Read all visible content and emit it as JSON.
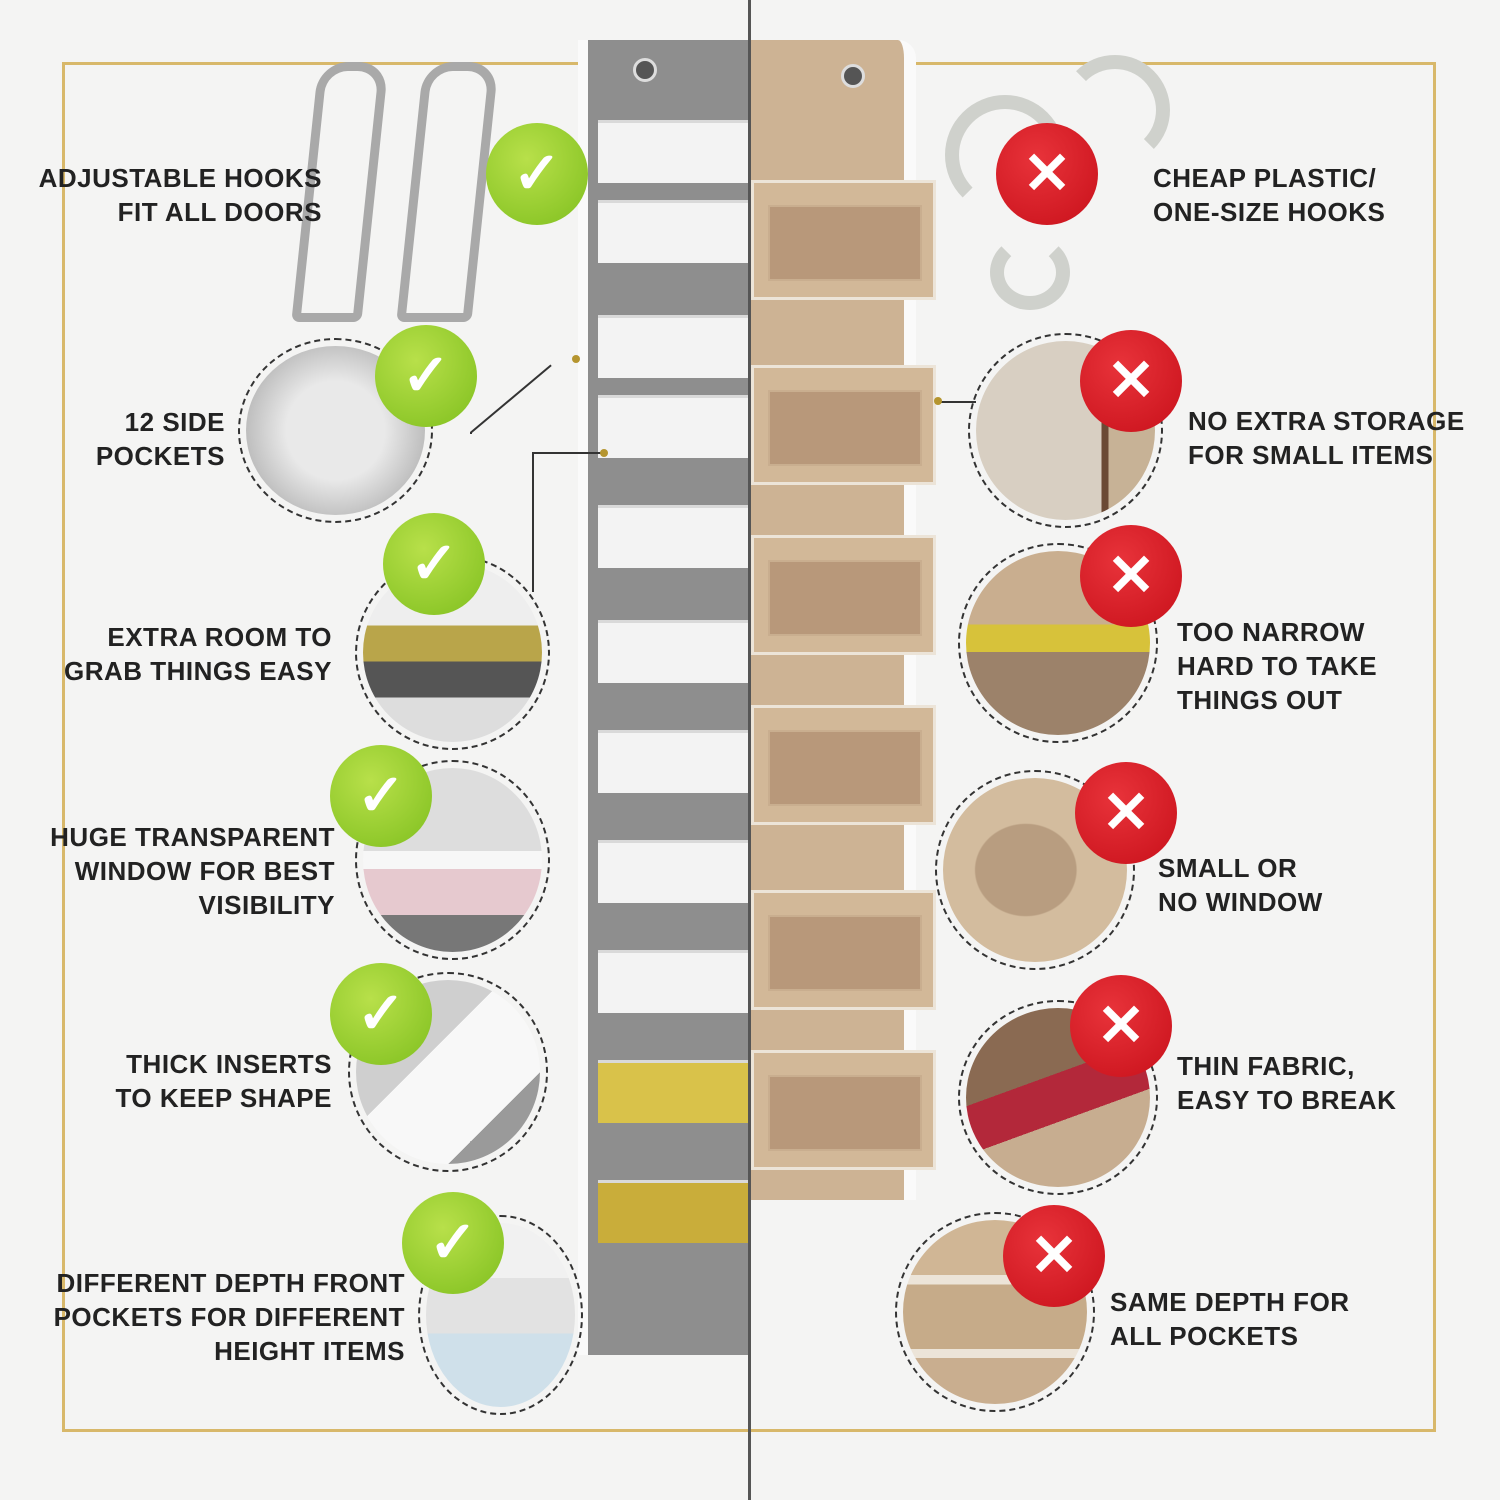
{
  "colors": {
    "accent_gold": "#d8b86a",
    "check_green": "#8dc63f",
    "cross_red": "#d7141c",
    "divider": "#555555"
  },
  "left_features": [
    {
      "lines": [
        "ADJUSTABLE HOOKS",
        "FIT ALL DOORS"
      ],
      "icon": "check-icon"
    },
    {
      "lines": [
        "12 SIDE",
        "POCKETS"
      ],
      "icon": "check-icon"
    },
    {
      "lines": [
        "EXTRA ROOM TO",
        "GRAB THINGS EASY"
      ],
      "icon": "check-icon"
    },
    {
      "lines": [
        "HUGE TRANSPARENT",
        "WINDOW FOR BEST",
        "VISIBILITY"
      ],
      "icon": "check-icon"
    },
    {
      "lines": [
        "THICK INSERTS",
        "TO KEEP SHAPE"
      ],
      "icon": "check-icon"
    },
    {
      "lines": [
        "DIFFERENT DEPTH FRONT",
        "POCKETS FOR DIFFERENT",
        "HEIGHT ITEMS"
      ],
      "icon": "check-icon"
    }
  ],
  "right_features": [
    {
      "lines": [
        "CHEAP PLASTIC/",
        "ONE-SIZE HOOKS"
      ],
      "icon": "cross-icon"
    },
    {
      "lines": [
        "NO EXTRA STORAGE",
        "FOR SMALL ITEMS"
      ],
      "icon": "cross-icon"
    },
    {
      "lines": [
        "TOO NARROW",
        "HARD TO TAKE",
        "THINGS OUT"
      ],
      "icon": "cross-icon"
    },
    {
      "lines": [
        "SMALL OR",
        "NO WINDOW"
      ],
      "icon": "cross-icon"
    },
    {
      "lines": [
        "THIN FABRIC,",
        "EASY TO BREAK"
      ],
      "icon": "cross-icon"
    },
    {
      "lines": [
        "SAME DEPTH FOR",
        "ALL POCKETS"
      ],
      "icon": "cross-icon"
    }
  ],
  "symbols": {
    "check": "✓",
    "cross": "✕"
  }
}
